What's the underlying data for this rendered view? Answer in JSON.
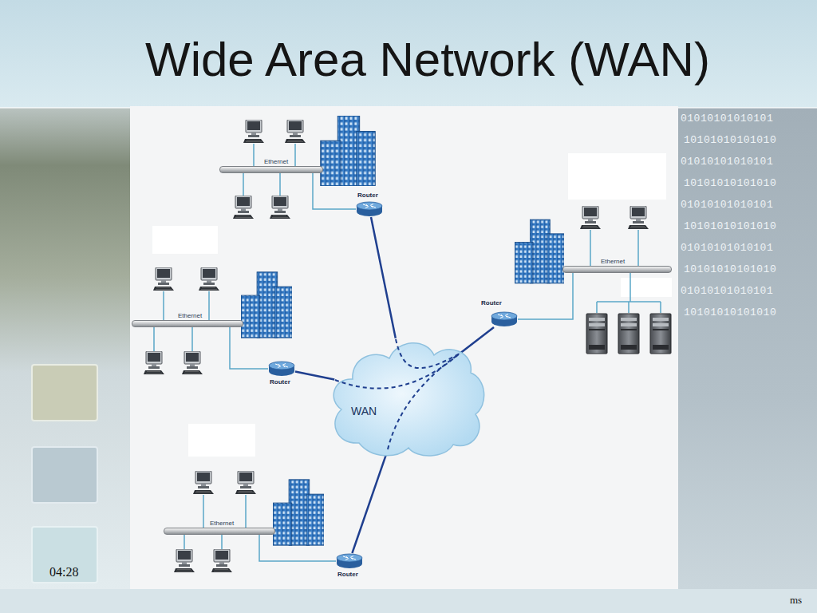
{
  "diagram": {
    "title": "Wide Area Network (WAN)",
    "nodes": [
      {
        "text": [
          "Ethernet"
        ]
      },
      {
        "text": [
          "Router"
        ]
      },
      {
        "text": [
          "Ethernet"
        ]
      },
      {
        "text": [
          "Router"
        ]
      },
      {
        "text": [
          "Ethernet"
        ]
      },
      {
        "text": [
          "Router"
        ]
      },
      {
        "text": [
          "WAN"
        ]
      },
      {
        "text": [
          "Ethernet"
        ]
      },
      {
        "text": [
          "Router"
        ]
      }
    ],
    "edges": [
      {
        "from": 0,
        "to": 1,
        "arrow": "none"
      },
      {
        "from": 1,
        "to": 6,
        "arrow": "none"
      },
      {
        "from": 2,
        "to": 3,
        "arrow": "none"
      },
      {
        "from": 3,
        "to": 6,
        "arrow": "none"
      },
      {
        "from": 4,
        "to": 5,
        "arrow": "none"
      },
      {
        "from": 5,
        "to": 6,
        "arrow": "none"
      },
      {
        "from": 7,
        "to": 8,
        "arrow": "none"
      },
      {
        "from": 8,
        "to": 6,
        "arrow": "none"
      }
    ],
    "labels": [
      "04:28",
      "ms",
      "01010101010101",
      "10101010101010",
      "01010101010101",
      "10101010101010",
      "01010101010101",
      "10101010101010",
      "01010101010101",
      "10101010101010",
      "01010101010101",
      "10101010101010"
    ]
  }
}
